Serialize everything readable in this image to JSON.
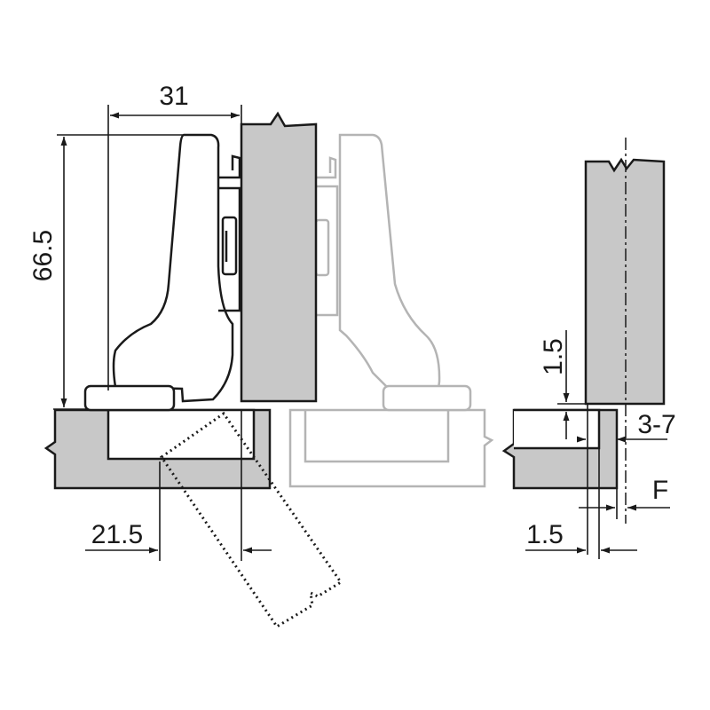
{
  "dimensions": {
    "width_31": "31",
    "height_66_5": "66.5",
    "offset_21_5": "21.5",
    "gap_1_5_vertical": "1.5",
    "overlay_3_7": "3-7",
    "label_f": "F",
    "gap_1_5_horizontal": "1.5"
  },
  "colors": {
    "panel_fill": "#c8c8c8",
    "line": "#1a1a1a",
    "ghost_line": "#b4b4b4",
    "background": "#ffffff"
  }
}
